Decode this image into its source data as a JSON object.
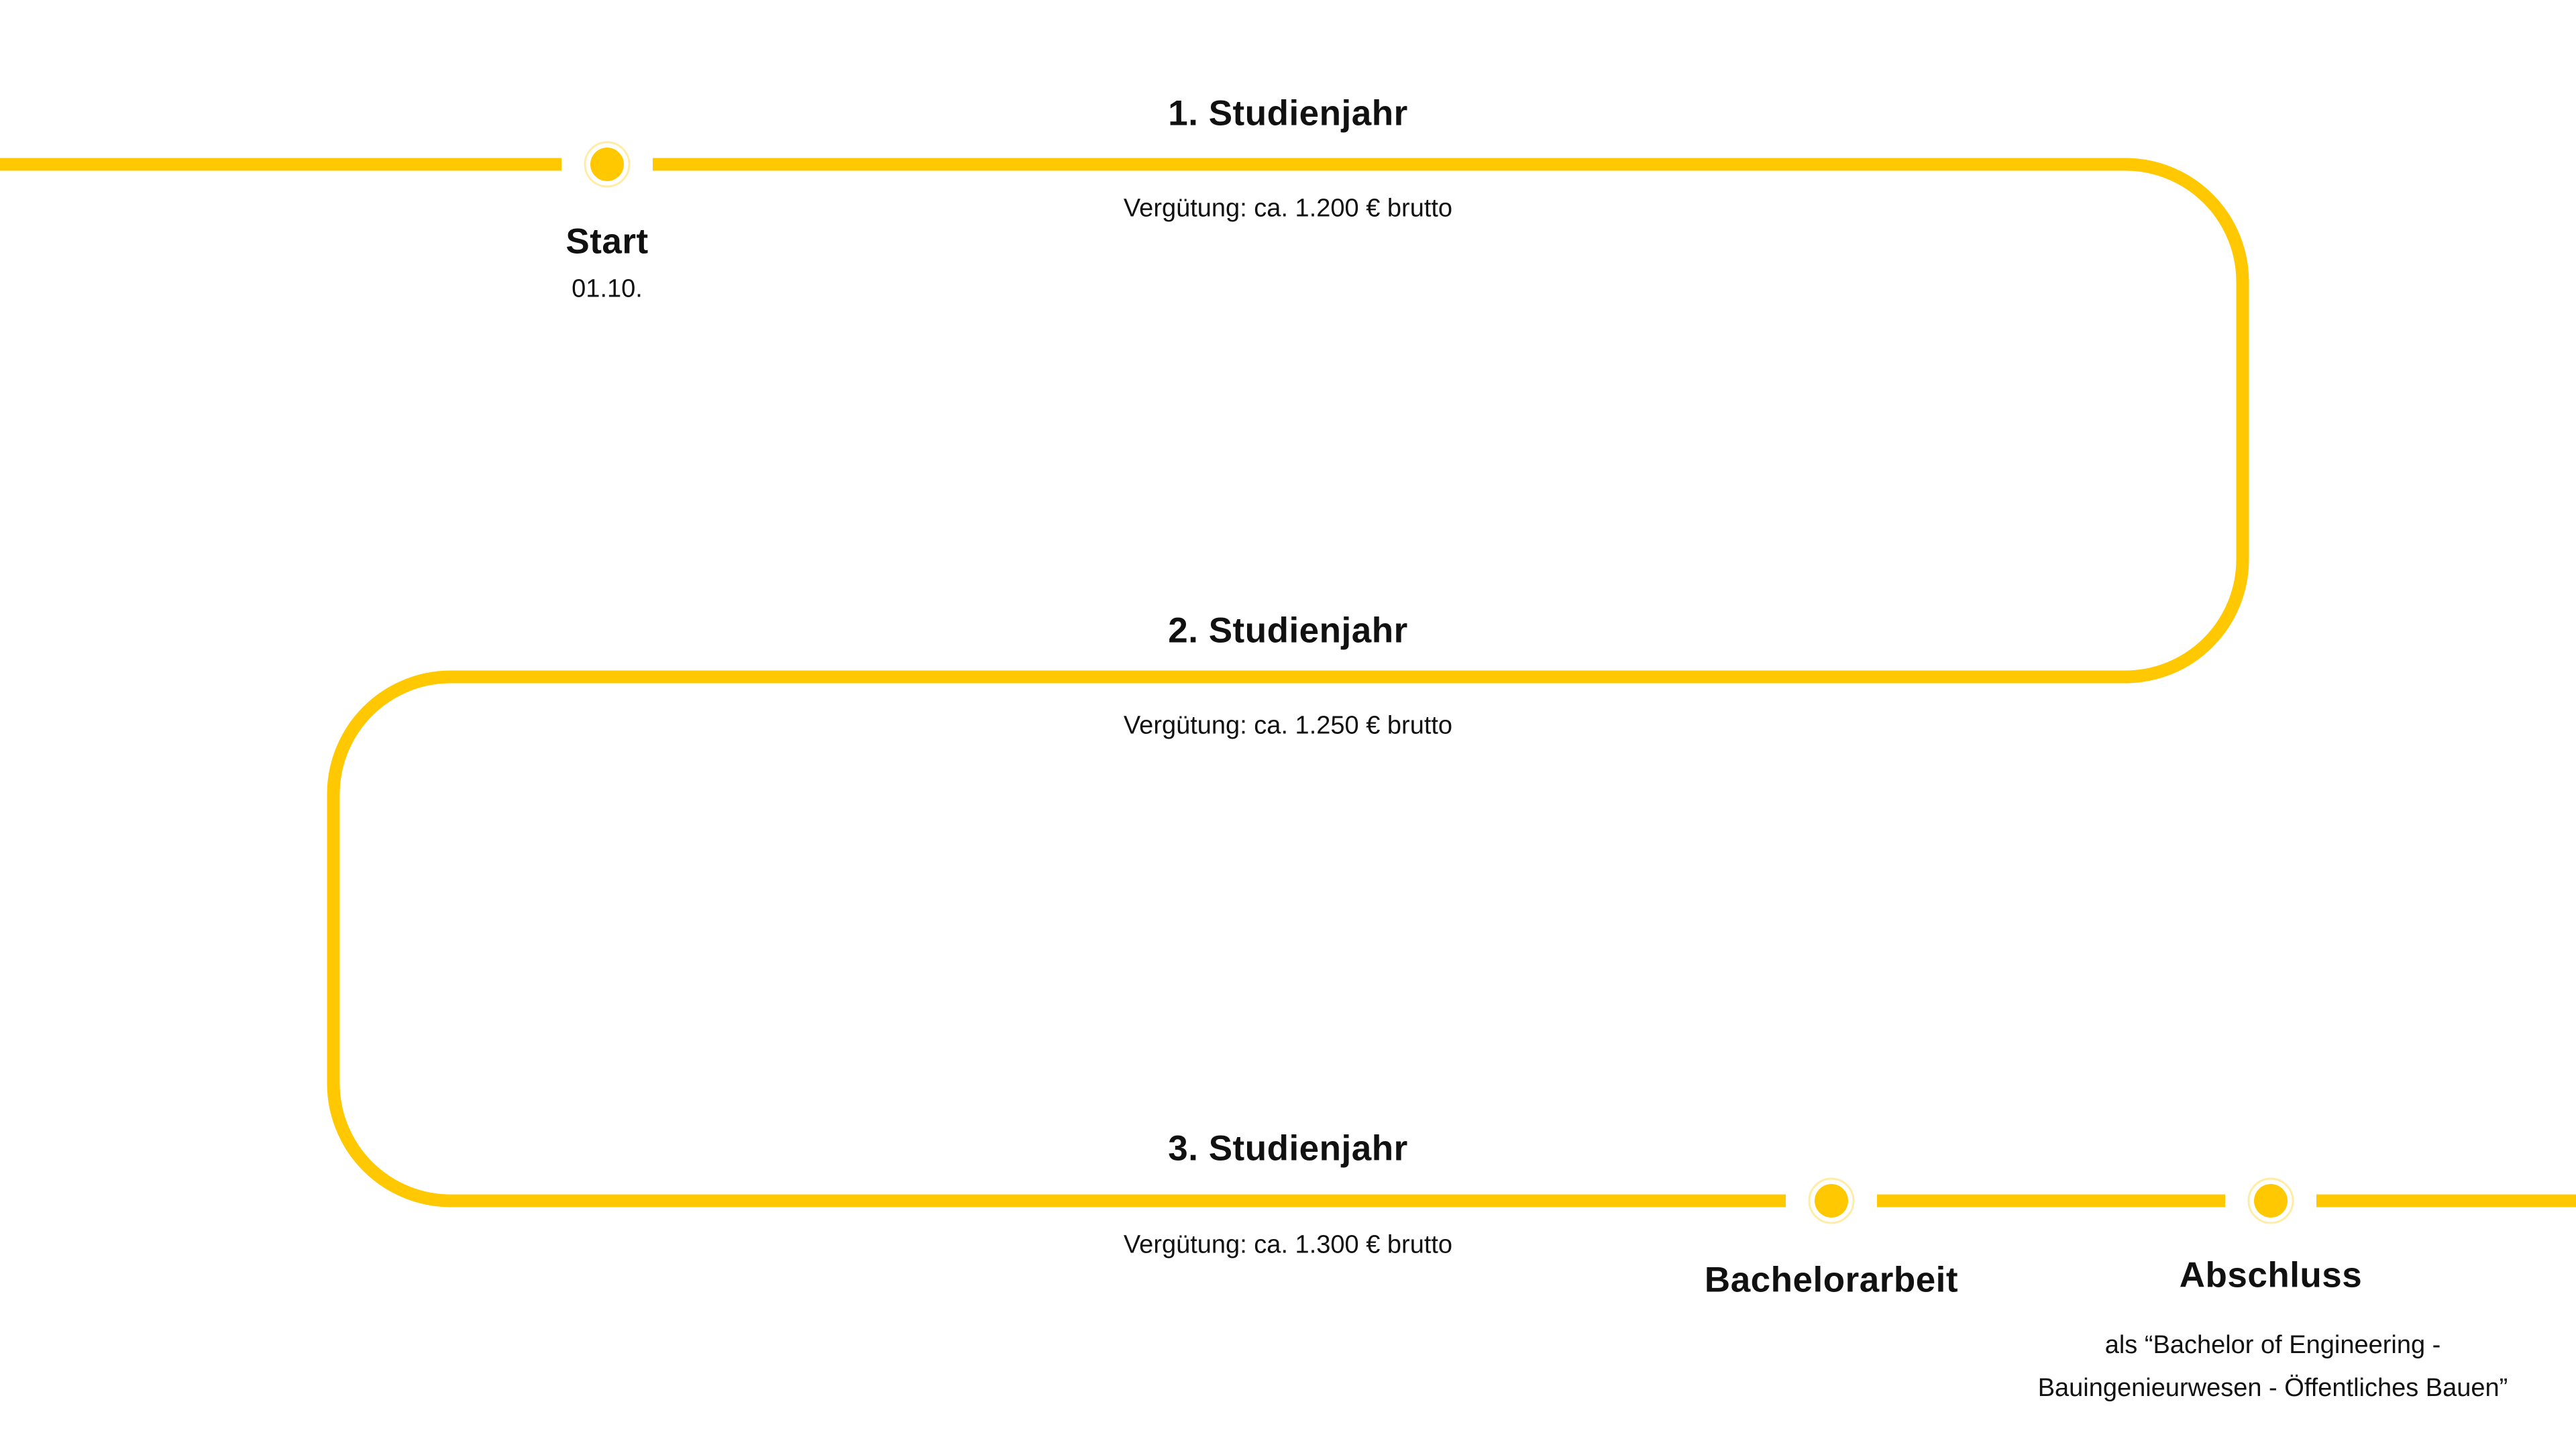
{
  "colors": {
    "accent_yellow": "#FFC800",
    "ring_yellow": "rgba(255, 200, 0, 0.35)",
    "text": "#111111",
    "background": "#ffffff"
  },
  "timeline": {
    "start": {
      "title": "Start",
      "date": "01.10."
    },
    "years": [
      {
        "title": "1. Studienjahr",
        "compensation": "Vergütung: ca. 1.200 € brutto"
      },
      {
        "title": "2. Studienjahr",
        "compensation": "Vergütung: ca. 1.250 € brutto"
      },
      {
        "title": "3. Studienjahr",
        "compensation": "Vergütung: ca. 1.300 € brutto"
      }
    ],
    "thesis": {
      "title": "Bachelorarbeit"
    },
    "degree": {
      "title": "Abschluss",
      "description_line1": "als “Bachelor of Engineering -",
      "description_line2": "Bauingenieurwesen - Öffentliches Bauen”"
    }
  }
}
